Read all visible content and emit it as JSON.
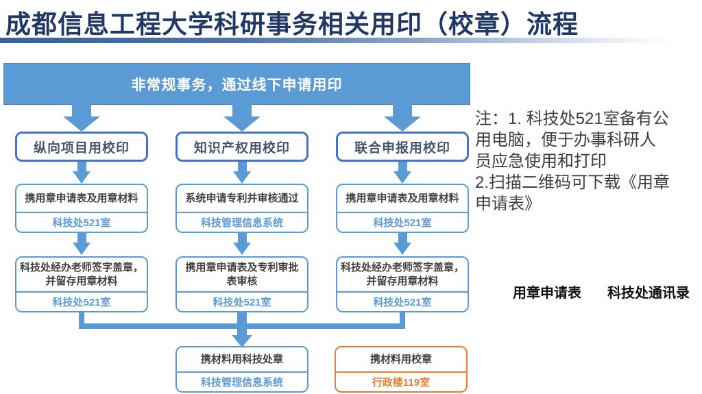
{
  "title": "成都信息工程大学科研事务相关用印（校章）流程",
  "banner": "非常规事务，通过线下申请用印",
  "columns": [
    {
      "header": "纵向项目用校印",
      "steps": [
        {
          "label": "携用章申请表及用章材料",
          "location": "科技处521室"
        },
        {
          "label": "科技处经办老师签字盖章，\n并留存用章材料",
          "location": "科技处521室"
        }
      ]
    },
    {
      "header": "知识产权用校印",
      "steps": [
        {
          "label": "系统申请专利并审核通过",
          "location": "科技管理信息系统"
        },
        {
          "label": "携用章申请表及专利审批\n表审核",
          "location": "科技处521室"
        }
      ]
    },
    {
      "header": "联合申报用校印",
      "steps": [
        {
          "label": "携用章申请表及用章材料",
          "location": "科技处521室"
        },
        {
          "label": "科技处经办老师签字盖章，\n并留存用章材料",
          "location": "科技处521室"
        }
      ]
    }
  ],
  "final_boxes": [
    {
      "label": "携材料用科技处章",
      "location": "科技管理信息系统"
    },
    {
      "label": "携材料用校章",
      "location": "行政楼119室"
    }
  ],
  "note": "注：1. 科技处521室备有公\n用电脑，便于办事科研人\n员应急使用和打印\n2.扫描二维码可下载《用章\n申请表》",
  "attachments": [
    {
      "label": "用章申请表"
    },
    {
      "label": "科技处通讯录"
    }
  ],
  "colors": {
    "flow_blue": "#5B9BD5",
    "header_border_blue": "#4472C4",
    "title_navy": "#1F3864",
    "orange": "#ED7D31",
    "text_dark": "#404040"
  }
}
